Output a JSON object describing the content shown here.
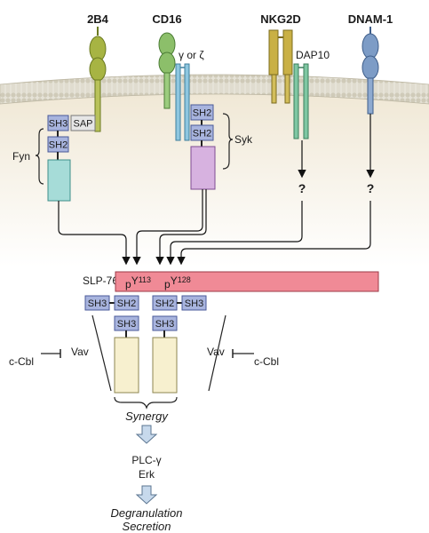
{
  "receptors": {
    "r2b4": "2B4",
    "cd16": "CD16",
    "nkg2d": "NKG2D",
    "dnam1": "DNAM-1"
  },
  "adaptors": {
    "gamma_zeta": "γ or ζ",
    "dap10": "DAP10",
    "sap": "SAP"
  },
  "kinases": {
    "fyn": "Fyn",
    "syk": "Syk"
  },
  "domains": {
    "sh3": "SH3",
    "sh2": "SH2"
  },
  "unknown": "?",
  "slp76": {
    "label": "SLP-76",
    "site1_p": "p",
    "site1_y": "Y",
    "site1_num": "113",
    "site2_p": "p",
    "site2_y": "Y",
    "site2_num": "128"
  },
  "vav": "Vav",
  "ccbl": "c-Cbl",
  "synergy": "Synergy",
  "downstream": {
    "plc": "PLC-γ",
    "erk": "Erk"
  },
  "outcome": {
    "line1": "Degranulation",
    "line2": "Secretion"
  },
  "colors": {
    "membrane_top": "#d9d4c0",
    "cytoplasm": "#f3ead8",
    "olive": "#a0b040",
    "green": "#8cbf6a",
    "gold": "#c9b045",
    "steelblue": "#7d9cc6",
    "sh_domain": "#a8b4de",
    "fyn_kinase": "#a6dcd8",
    "syk_kinase": "#d7b2e0",
    "slp76": "#f08a96",
    "vav_box": "#f7f0cf",
    "arrow_fill": "#c7d9ec"
  }
}
